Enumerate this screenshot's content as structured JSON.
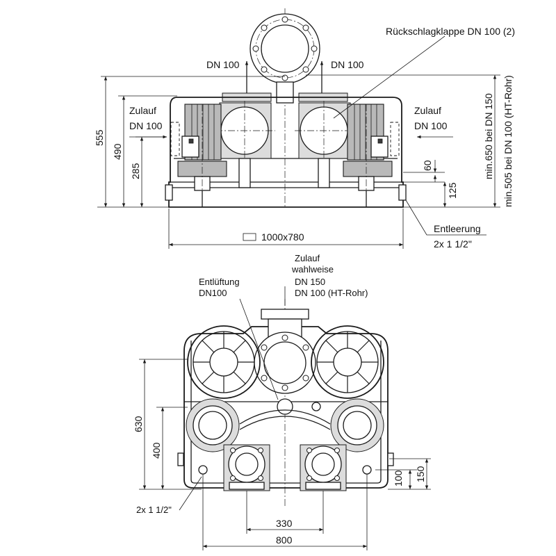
{
  "top_view": {
    "check_valve_label": "Rückschlagklappe DN 100 (2)",
    "outlet_left_label": "DN 100",
    "outlet_right_label": "DN 100",
    "inlet_left_label_1": "Zulauf",
    "inlet_left_label_2": "DN 100",
    "inlet_right_label_1": "Zulauf",
    "inlet_right_label_2": "DN 100",
    "dim_555": "555",
    "dim_490": "490",
    "dim_285": "285",
    "dim_60": "60",
    "dim_125": "125",
    "min_label_1": "min.650 bei DN 150",
    "min_label_2": "min.505 bei DN 100 (HT-Rohr)",
    "drain_label_1": "Entleerung",
    "drain_label_2": "2x 1 1/2\"",
    "footprint_label": "1000x780"
  },
  "bottom_view": {
    "inlet_label_1": "Zulauf",
    "inlet_label_2": "wahlweise",
    "inlet_label_3": "DN 150",
    "inlet_label_4": "DN 100 (HT-Rohr)",
    "vent_label_1": "Entlüftung",
    "vent_label_2": "DN100",
    "dim_630": "630",
    "dim_400": "400",
    "dim_100": "100",
    "dim_150": "150",
    "dim_330": "330",
    "dim_800": "800",
    "connection_label": "2x 1 1/2\""
  }
}
